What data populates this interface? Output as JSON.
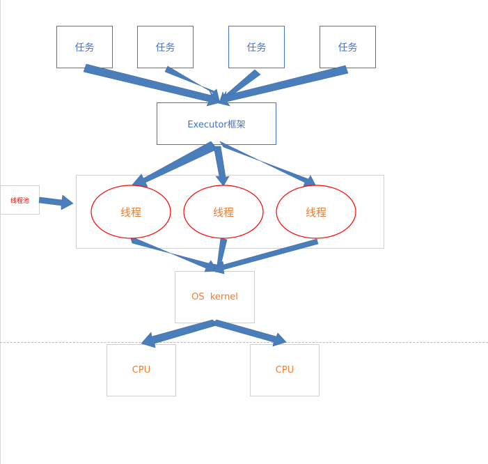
{
  "tasks": [
    "任务",
    "任务",
    "任务",
    "任务"
  ],
  "executor": {
    "label": "Executor框架"
  },
  "thread_pool": {
    "label": "线程池"
  },
  "threads": [
    "线程",
    "线程",
    "线程"
  ],
  "kernel": {
    "label": "OS  kernel"
  },
  "cpus": [
    "CPU",
    "CPU"
  ],
  "colors": {
    "task_border": "#4472c4",
    "arrow_fill": "#4a7ebb",
    "thread_ellipse": "#ff0000",
    "orange_text": "#ed7d31",
    "pool_label_text": "#e00000"
  }
}
